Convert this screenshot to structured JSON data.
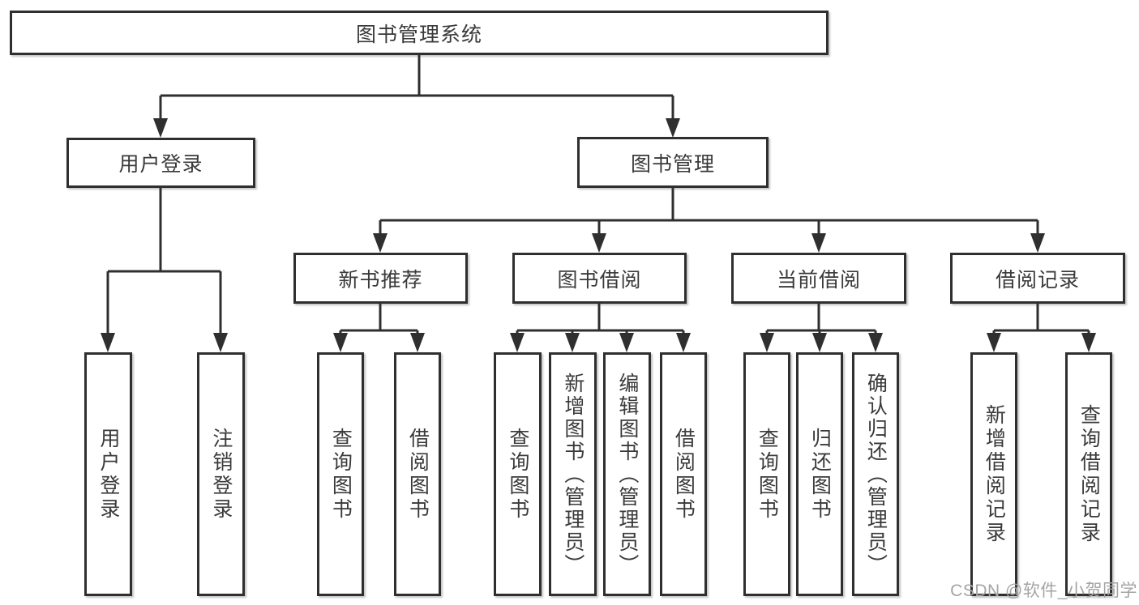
{
  "diagram_title": "图书管理系统",
  "colors": {
    "line": "#2f2f2f",
    "box_border": "#2f2f2f",
    "text": "#3a3a3a",
    "background": "#ffffff",
    "watermark": "#a4a4a4"
  },
  "tree": {
    "root": {
      "label": "图书管理系统"
    },
    "children": [
      {
        "label": "用户登录",
        "children": [
          {
            "label": "用户登录"
          },
          {
            "label": "注销登录"
          }
        ]
      },
      {
        "label": "图书管理",
        "children": [
          {
            "label": "新书推荐",
            "children": [
              {
                "label": "查询图书"
              },
              {
                "label": "借阅图书"
              }
            ]
          },
          {
            "label": "图书借阅",
            "children": [
              {
                "label": "查询图书"
              },
              {
                "label": "新增图书（管理员）"
              },
              {
                "label": "编辑图书（管理员）"
              },
              {
                "label": "借阅图书"
              }
            ]
          },
          {
            "label": "当前借阅",
            "children": [
              {
                "label": "查询图书"
              },
              {
                "label": "归还图书"
              },
              {
                "label": "确认归还（管理员）"
              }
            ]
          },
          {
            "label": "借阅记录",
            "children": [
              {
                "label": "新增借阅记录"
              },
              {
                "label": "查询借阅记录"
              }
            ]
          }
        ]
      }
    ]
  },
  "watermark": {
    "text": "CSDN @软件_小贺同学"
  }
}
